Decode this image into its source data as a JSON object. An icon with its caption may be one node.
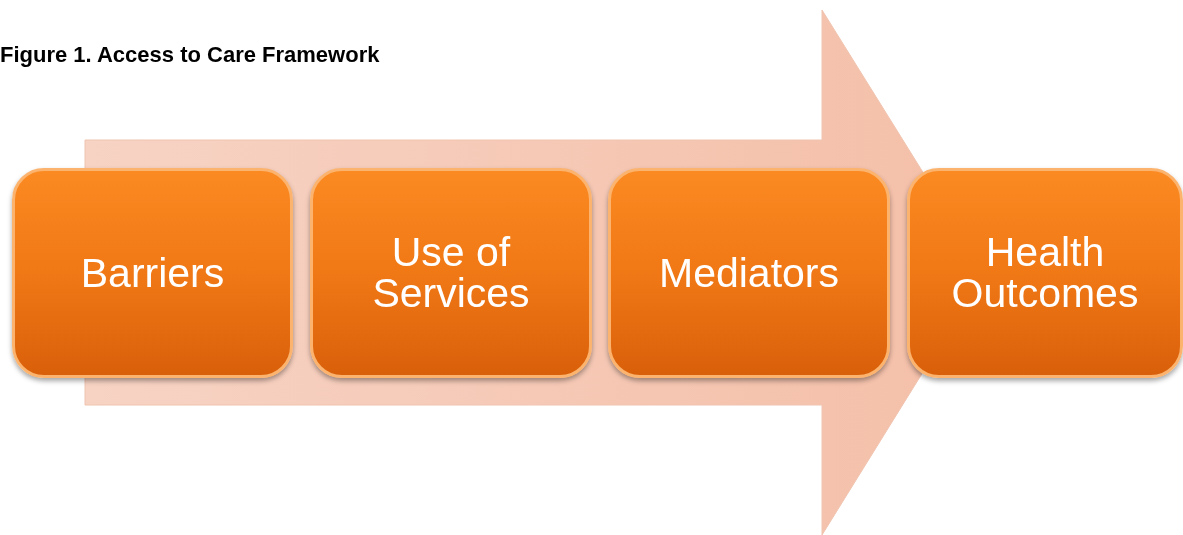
{
  "diagram": {
    "title": "Figure 1. Access to Care Framework",
    "nodes": [
      {
        "text": [
          "Barriers"
        ]
      },
      {
        "text": [
          "Use of Services"
        ]
      },
      {
        "text": [
          "Mediators"
        ]
      },
      {
        "text": [
          "Health Outcomes"
        ]
      }
    ]
  }
}
